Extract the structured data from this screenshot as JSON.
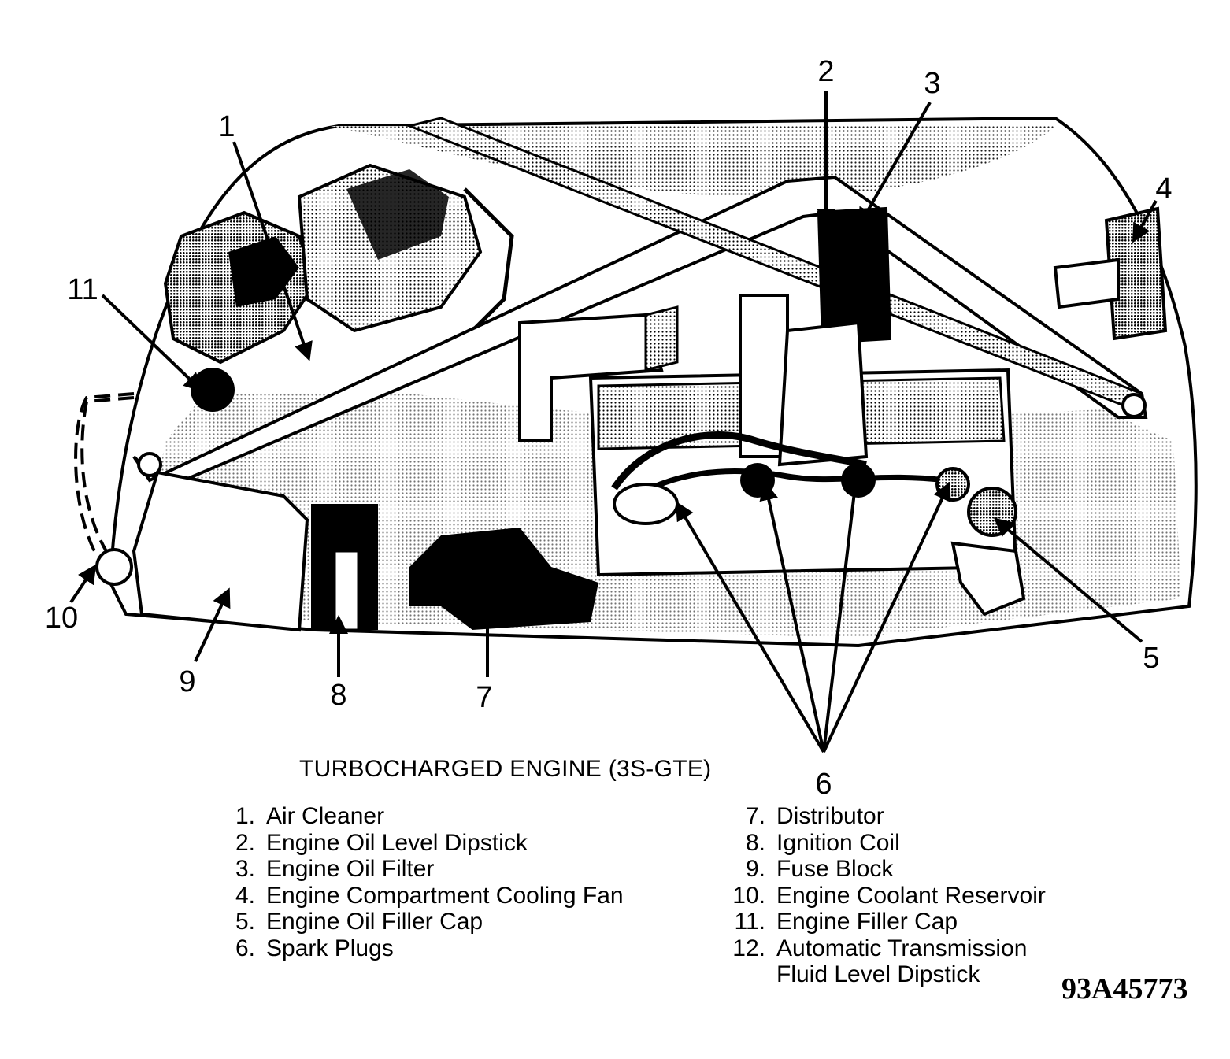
{
  "caption": "TURBOCHARGED ENGINE (3S-GTE)",
  "figure_id": "93A45773",
  "callouts": [
    "1",
    "2",
    "3",
    "4",
    "5",
    "6",
    "7",
    "8",
    "9",
    "10",
    "11"
  ],
  "legend_left": [
    {
      "num": "1.",
      "lines": [
        "Air Cleaner"
      ]
    },
    {
      "num": "2.",
      "lines": [
        "Engine Oil Level Dipstick"
      ]
    },
    {
      "num": "3.",
      "lines": [
        "Engine Oil Filter"
      ]
    },
    {
      "num": "4.",
      "lines": [
        "Engine Compartment Cooling Fan"
      ]
    },
    {
      "num": "5.",
      "lines": [
        "Engine Oil Filler Cap"
      ]
    },
    {
      "num": "6.",
      "lines": [
        "Spark Plugs"
      ]
    }
  ],
  "legend_right": [
    {
      "num": "7.",
      "lines": [
        "Distributor"
      ]
    },
    {
      "num": "8.",
      "lines": [
        "Ignition Coil"
      ]
    },
    {
      "num": "9.",
      "lines": [
        "Fuse Block"
      ]
    },
    {
      "num": "10.",
      "lines": [
        "Engine Coolant Reservoir"
      ]
    },
    {
      "num": "11.",
      "lines": [
        "Engine Filler Cap"
      ]
    },
    {
      "num": "12.",
      "lines": [
        "Automatic Transmission",
        "Fluid Level Dipstick"
      ]
    }
  ],
  "colors": {
    "ink": "#000000",
    "paper": "#ffffff"
  }
}
